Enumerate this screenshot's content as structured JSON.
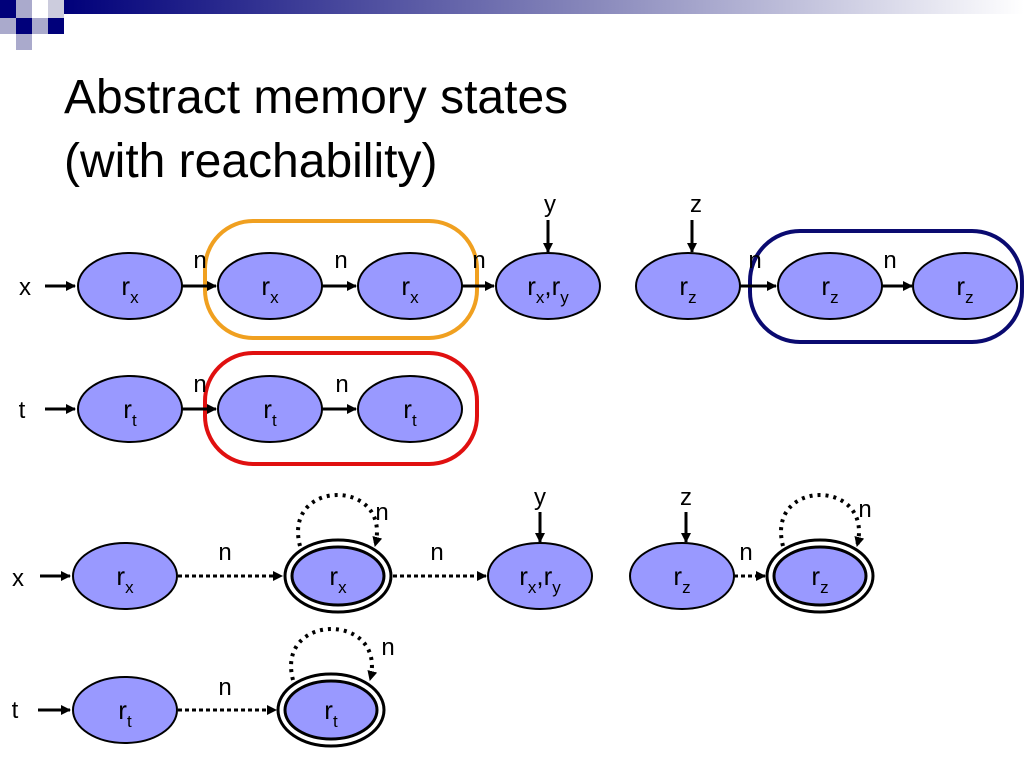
{
  "title": {
    "line1": "Abstract memory states",
    "line2": "(with reachability)"
  },
  "colors": {
    "node_fill": "#9999ff",
    "node_stroke": "#000000",
    "orange_region": "#f0a020",
    "red_region": "#e01010",
    "navy_region": "#0a0a70",
    "corner_dark": "#00007a",
    "corner_light": "#aaaacc"
  },
  "edge_label": "n",
  "top_graphs": {
    "x_chain": {
      "root": "x",
      "nodes": [
        {
          "main": "r",
          "sub": "x"
        },
        {
          "main": "r",
          "sub": "x"
        },
        {
          "main": "r",
          "sub": "x"
        },
        {
          "main": "r",
          "sub": "x",
          "main2": "r",
          "sub2": "y",
          "sep": ","
        }
      ],
      "pointer": "y"
    },
    "z_chain": {
      "pointer": "z",
      "nodes": [
        {
          "main": "r",
          "sub": "z"
        },
        {
          "main": "r",
          "sub": "z"
        },
        {
          "main": "r",
          "sub": "z"
        }
      ]
    },
    "t_chain": {
      "root": "t",
      "nodes": [
        {
          "main": "r",
          "sub": "t"
        },
        {
          "main": "r",
          "sub": "t"
        },
        {
          "main": "r",
          "sub": "t"
        }
      ]
    }
  },
  "bottom_graphs": {
    "x_chain": {
      "root": "x",
      "nodes": [
        {
          "main": "r",
          "sub": "x"
        },
        {
          "main": "r",
          "sub": "x",
          "summary": true
        },
        {
          "main": "r",
          "sub": "x",
          "main2": "r",
          "sub2": "y",
          "sep": ","
        }
      ],
      "pointer": "y"
    },
    "z_chain": {
      "pointer": "z",
      "nodes": [
        {
          "main": "r",
          "sub": "z"
        },
        {
          "main": "r",
          "sub": "z",
          "summary": true
        }
      ]
    },
    "t_chain": {
      "root": "t",
      "nodes": [
        {
          "main": "r",
          "sub": "t"
        },
        {
          "main": "r",
          "sub": "t",
          "summary": true
        }
      ]
    }
  }
}
